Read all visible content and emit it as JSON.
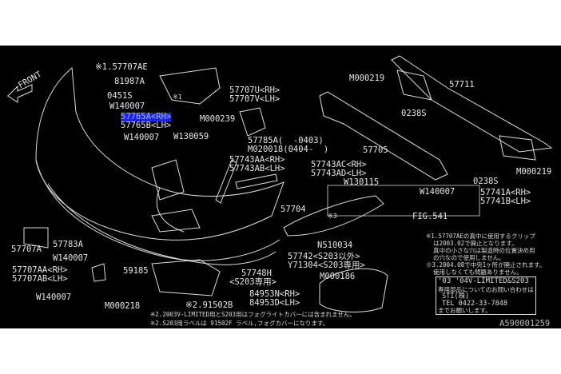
{
  "diagram": {
    "front_label": "FRONT",
    "parts": {
      "p1": "※1.57707AE",
      "p2": "81987A",
      "p3": "0451S",
      "p4": "W140007",
      "p5": "57765A<RH>",
      "p6": "57765B<LH>",
      "p7": "W140007",
      "p8": "W130059",
      "p9": "57707U<RH>",
      "p10": "57707V<LH>",
      "p11": "M000239",
      "p12": "57785A(  -0403)",
      "p13": "M020018(0404-  )",
      "p14": "57743AA<RH>",
      "p15": "57743AB<LH>",
      "p16": "57743AC<RH>",
      "p17": "57743AD<LH>",
      "p18": "57704",
      "p19": "M000219",
      "p20": "57711",
      "p21": "0238S",
      "p22": "57705",
      "p23": "0238S",
      "p24": "M000219",
      "p25": "W130115",
      "p26": "W140007",
      "p27": "57741A<RH>",
      "p28": "57741B<LH>",
      "p29": "FIG.541",
      "p30": "57707A",
      "p31": "57783A",
      "p32": "W140007",
      "p33": "57707AA<RH>",
      "p34": "57707AB<LH>",
      "p35": "59185",
      "p36": "W140007",
      "p37": "M000218",
      "p38": "57748H",
      "p39": "<S203専用>",
      "p40": "84953N<RH>",
      "p41": "84953D<LH>",
      "p42": "※2.91502B",
      "p43": "N510034",
      "p44": "57742<S203以外>",
      "p45": "Y71304<S203専用>",
      "p46": "M000186",
      "p47": "※1",
      "p48": "※3"
    },
    "notes_bottom": [
      "※2.2003V-LIMITED用とS203用はフォグライトカバーには含まれません。",
      "※2.S203用ラベルは 91502F ラベル,フォグカバーになります。"
    ],
    "notes_right": [
      "※1.57707AEの真中に使用するクリップ",
      "  は2003.02で廃止となります。",
      "  真中の小さな穴は製造時の位置決め用",
      "  の穴なので使用しません。",
      "※3.2004.08で中央1ヶ所が廃止されます。",
      "  使用しなくても問題ありません。"
    ],
    "sti_box": [
      "'03 '04V-LIMITED&S203",
      "専用部品についてのお問い合わせは",
      " STI(株)",
      " TEL 0422-33-7848",
      "までお願いします。"
    ],
    "diagram_id": "A590001259"
  }
}
